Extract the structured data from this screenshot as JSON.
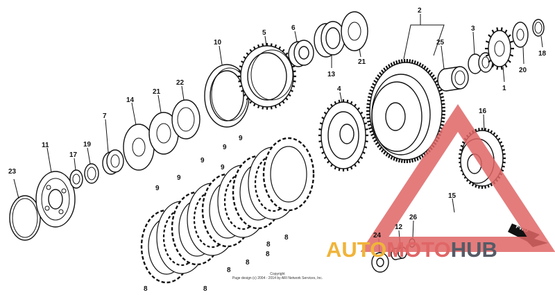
{
  "diagram": {
    "callouts": [
      {
        "id": "c23",
        "text": "23"
      },
      {
        "id": "c11",
        "text": "11"
      },
      {
        "id": "c17",
        "text": "17"
      },
      {
        "id": "c19",
        "text": "19"
      },
      {
        "id": "c7",
        "text": "7"
      },
      {
        "id": "c14",
        "text": "14"
      },
      {
        "id": "c21a",
        "text": "21"
      },
      {
        "id": "c22",
        "text": "22"
      },
      {
        "id": "c10",
        "text": "10"
      },
      {
        "id": "c5",
        "text": "5"
      },
      {
        "id": "c6",
        "text": "6"
      },
      {
        "id": "c13",
        "text": "13"
      },
      {
        "id": "c21b",
        "text": "21"
      },
      {
        "id": "c4",
        "text": "4"
      },
      {
        "id": "c2",
        "text": "2"
      },
      {
        "id": "c25",
        "text": "25"
      },
      {
        "id": "c3",
        "text": "3"
      },
      {
        "id": "c1",
        "text": "1"
      },
      {
        "id": "c20",
        "text": "20"
      },
      {
        "id": "c18",
        "text": "18"
      },
      {
        "id": "c16",
        "text": "16"
      },
      {
        "id": "c15",
        "text": "15"
      },
      {
        "id": "c26",
        "text": "26"
      },
      {
        "id": "c12",
        "text": "12"
      },
      {
        "id": "c24",
        "text": "24"
      },
      {
        "id": "c9a",
        "text": "9"
      },
      {
        "id": "c9b",
        "text": "9"
      },
      {
        "id": "c9c",
        "text": "9"
      },
      {
        "id": "c9d",
        "text": "9"
      },
      {
        "id": "c9e",
        "text": "9"
      },
      {
        "id": "c9f",
        "text": "9"
      },
      {
        "id": "c8a",
        "text": "8"
      },
      {
        "id": "c8b",
        "text": "8"
      },
      {
        "id": "c8c",
        "text": "8"
      },
      {
        "id": "c8d",
        "text": "8"
      },
      {
        "id": "c8e",
        "text": "8"
      },
      {
        "id": "c8f",
        "text": "8"
      },
      {
        "id": "c8g",
        "text": "8"
      },
      {
        "id": "c8h",
        "text": "8"
      }
    ],
    "fwd_label": "FWD",
    "copyright_line1": "Copyright",
    "copyright_line2": "Page design (c) 2004 - 2014 by ARI Network Services, Inc."
  },
  "watermark": {
    "part1": "AUTO",
    "part2": "MOTO",
    "part3": "HUB",
    "colors": {
      "gold": "#f0b43a",
      "red": "#e06666",
      "gray": "#555b66"
    }
  }
}
